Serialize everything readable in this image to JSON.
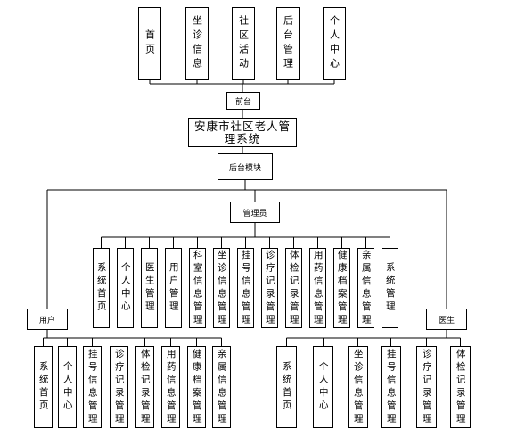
{
  "diagram": {
    "frontend_pages": [
      "首页",
      "坐诊信息",
      "社区活动",
      "后台管理",
      "个人中心"
    ],
    "frontend_label": "前台",
    "system_title": "安康市社区老人管理系统",
    "backend_label": "后台模块",
    "admin_label": "管理员",
    "admin_functions": [
      "系统首页",
      "个人中心",
      "医生管理",
      "用户管理",
      "科室信息管理",
      "坐诊信息管理",
      "挂号信息管理",
      "诊疗记录管理",
      "体检记录管理",
      "用药信息管理",
      "健康档案管理",
      "亲属信息管理",
      "系统管理"
    ],
    "user_label": "用户",
    "user_functions": [
      "系统首页",
      "个人中心",
      "挂号信息管理",
      "诊疗记录管理",
      "体检记录管理",
      "用药信息管理",
      "健康档案管理",
      "亲属信息管理"
    ],
    "doctor_label": "医生",
    "doctor_functions": [
      "系统首页",
      "个人中心",
      "坐诊信息管理",
      "挂号信息管理",
      "诊疗记录管理",
      "体检记录管理"
    ]
  }
}
